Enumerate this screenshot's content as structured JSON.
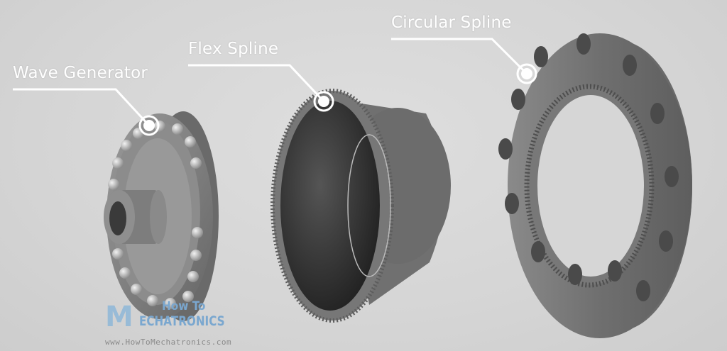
{
  "labels": {
    "wave_generator": "Wave Generator",
    "flex_spline": "Flex Spline",
    "circular_spline": "Circular Spline"
  },
  "watermark": {
    "logo_letter": "M",
    "line1": "How To",
    "line2": "ECHATRONICS",
    "url": "www.HowToMechatronics.com"
  },
  "colors": {
    "background": "#d6d6d6",
    "label_text": "#ffffff",
    "metal": "#7a7a7a",
    "watermark": "#7aa7cf"
  }
}
